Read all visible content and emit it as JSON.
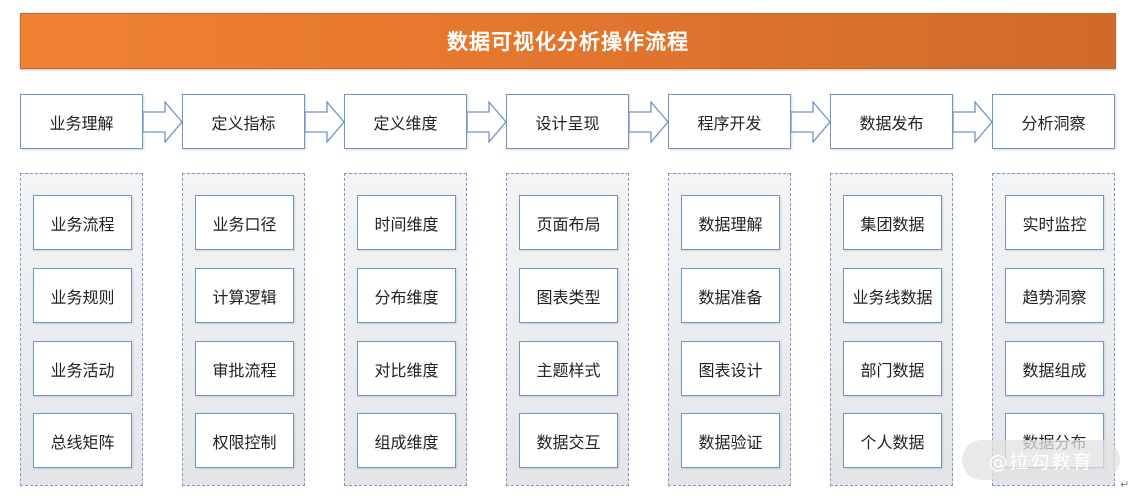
{
  "title": "数据可视化分析操作流程",
  "stages": [
    {
      "label": "业务理解",
      "items": [
        "业务流程",
        "业务规则",
        "业务活动",
        "总线矩阵"
      ]
    },
    {
      "label": "定义指标",
      "items": [
        "业务口径",
        "计算逻辑",
        "审批流程",
        "权限控制"
      ]
    },
    {
      "label": "定义维度",
      "items": [
        "时间维度",
        "分布维度",
        "对比维度",
        "组成维度"
      ]
    },
    {
      "label": "设计呈现",
      "items": [
        "页面布局",
        "图表类型",
        "主题样式",
        "数据交互"
      ]
    },
    {
      "label": "程序开发",
      "items": [
        "数据理解",
        "数据准备",
        "图表设计",
        "数据验证"
      ]
    },
    {
      "label": "数据发布",
      "items": [
        "集团数据",
        "业务线数据",
        "部门数据",
        "个人数据"
      ]
    },
    {
      "label": "分析洞察",
      "items": [
        "实时监控",
        "趋势洞察",
        "数据组成",
        "数据分布"
      ]
    }
  ],
  "watermark": "@拉勾教育",
  "return_mark": "↵",
  "colors": {
    "title_bg": "#e4772e",
    "title_text": "#ffffff",
    "box_border": "#6e95c6",
    "group_border": "#7f9dc4",
    "group_bg": "#e8e9ec"
  }
}
